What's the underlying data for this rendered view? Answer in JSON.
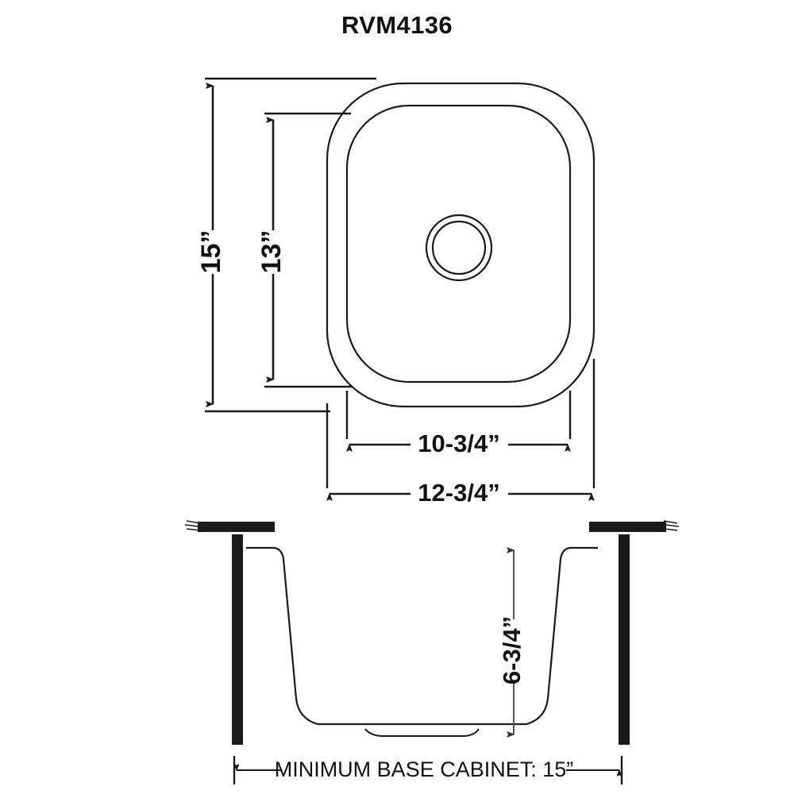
{
  "document": {
    "title": "RVM4136",
    "type": "sink-specification-drawing"
  },
  "top_view": {
    "name": "top-view",
    "dimensions": {
      "outer_height": "15”",
      "inner_height": "13”",
      "inner_width": "10-3/4”",
      "outer_width": "12-3/4”"
    },
    "features": {
      "drain": "drain-opening"
    }
  },
  "section_view": {
    "name": "cross-section-view",
    "dimensions": {
      "bowl_depth": "6-3/4”"
    },
    "caption": "MINIMUM BASE CABINET: 15”",
    "features": {
      "countertop_left": "countertop-left",
      "countertop_right": "countertop-right",
      "cabinet_wall_left": "cabinet-wall-left",
      "cabinet_wall_right": "cabinet-wall-right"
    }
  },
  "style": {
    "line_color": "#1a1a1a",
    "dim_line_color": "#1a1a1a",
    "depth_line_color": "#555555",
    "solid_fill": "#1a1a1a",
    "background": "#ffffff"
  }
}
